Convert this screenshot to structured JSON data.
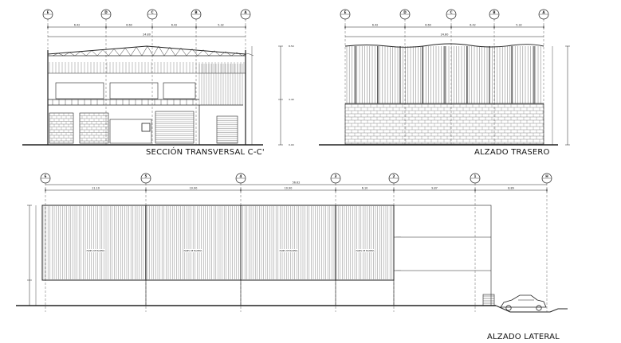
{
  "sheet": {
    "titles": {
      "section": "SECCIÓN TRANSVERSAL C-C'",
      "rear": "ALZADO TRASERO",
      "lateral": "ALZADO LATERAL"
    },
    "section_view": {
      "axes": [
        "E",
        "D",
        "C",
        "B",
        "A"
      ],
      "spans": [
        "6.42",
        "6.60",
        "6.42",
        "5.32"
      ],
      "overall": "24.80",
      "levels": [
        "0.00",
        "4.40",
        "8.50"
      ]
    },
    "rear_view": {
      "axes": [
        "E",
        "D",
        "C",
        "B",
        "A"
      ],
      "spans": [
        "6.42",
        "6.60",
        "6.42",
        "5.32"
      ],
      "overall": "24.80"
    },
    "lateral_view": {
      "axes": [
        "6",
        "5",
        "4",
        "3",
        "2",
        "1",
        "H"
      ],
      "spans": [
        "11.10",
        "10.90",
        "10.90",
        "6.10",
        "9.87",
        "8.89"
      ],
      "overall": "56.62",
      "panel_label": "PANEL DE MADERA"
    },
    "colors": {
      "line": "#222222",
      "hatch": "#555555",
      "paper": "#ffffff"
    }
  }
}
